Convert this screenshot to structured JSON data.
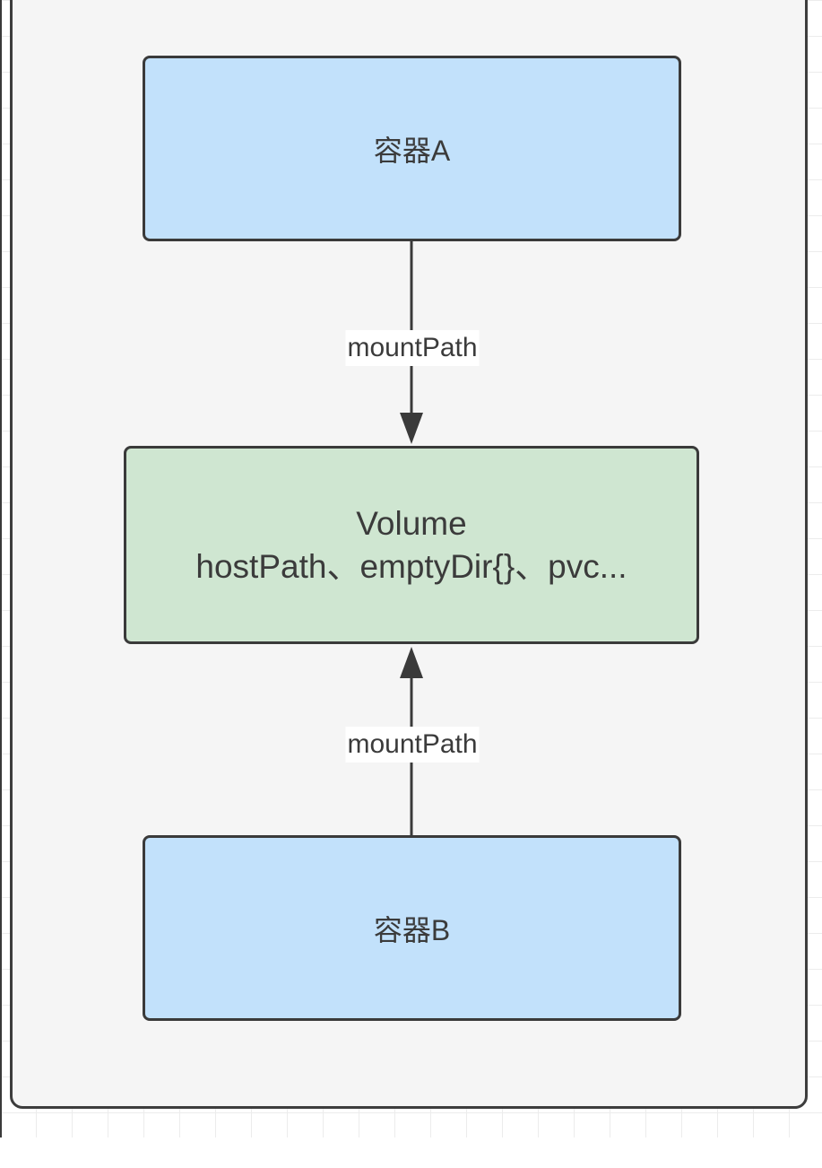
{
  "diagram": {
    "container_a": {
      "label": "容器A"
    },
    "volume": {
      "title": "Volume",
      "types": "hostPath、emptyDir{}、pvc..."
    },
    "container_b": {
      "label": "容器B"
    },
    "edges": [
      {
        "from": "container_a",
        "to": "volume",
        "label": "mountPath"
      },
      {
        "from": "container_b",
        "to": "volume",
        "label": "mountPath"
      }
    ],
    "colors": {
      "container_fill": "#c2e1fb",
      "volume_fill": "#cfe6d1",
      "pod_fill": "#f5f5f5",
      "stroke": "#3a3a3a"
    }
  }
}
